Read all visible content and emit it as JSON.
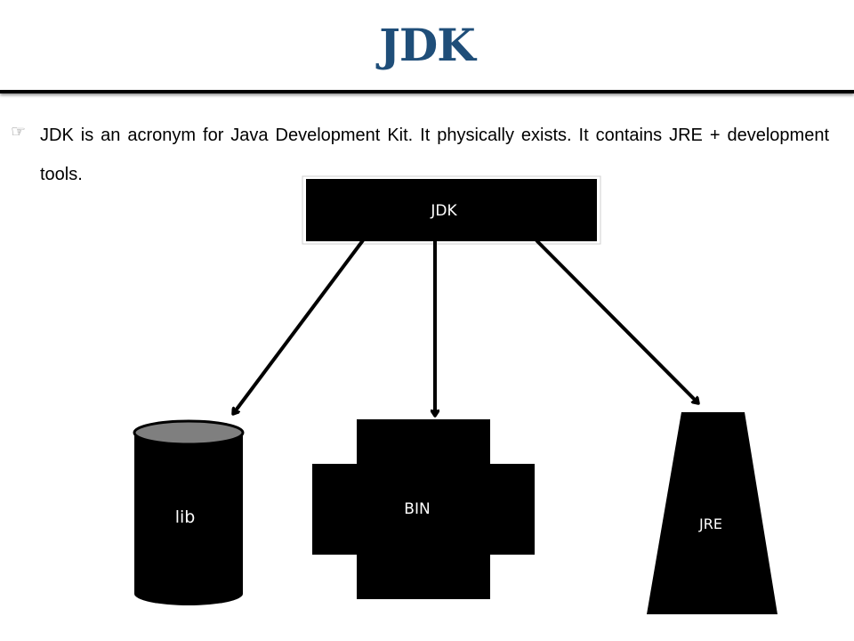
{
  "slide": {
    "title": "JDK",
    "title_color": "#1f4e79",
    "bullet_icon": "pointing-hand-icon",
    "bullet_text": "JDK is an acronym for Java Development Kit. It physically exists. It contains JRE + development tools."
  },
  "diagram": {
    "root": {
      "label": "JDK",
      "shape": "rectangle"
    },
    "children": [
      {
        "label": "lib",
        "shape": "cylinder"
      },
      {
        "label": "BIN",
        "shape": "plus"
      },
      {
        "label": "JRE",
        "shape": "trapezoid"
      }
    ],
    "fill_color": "#000000",
    "cylinder_top_color": "#7f7f7f",
    "label_color": "#ffffff"
  }
}
